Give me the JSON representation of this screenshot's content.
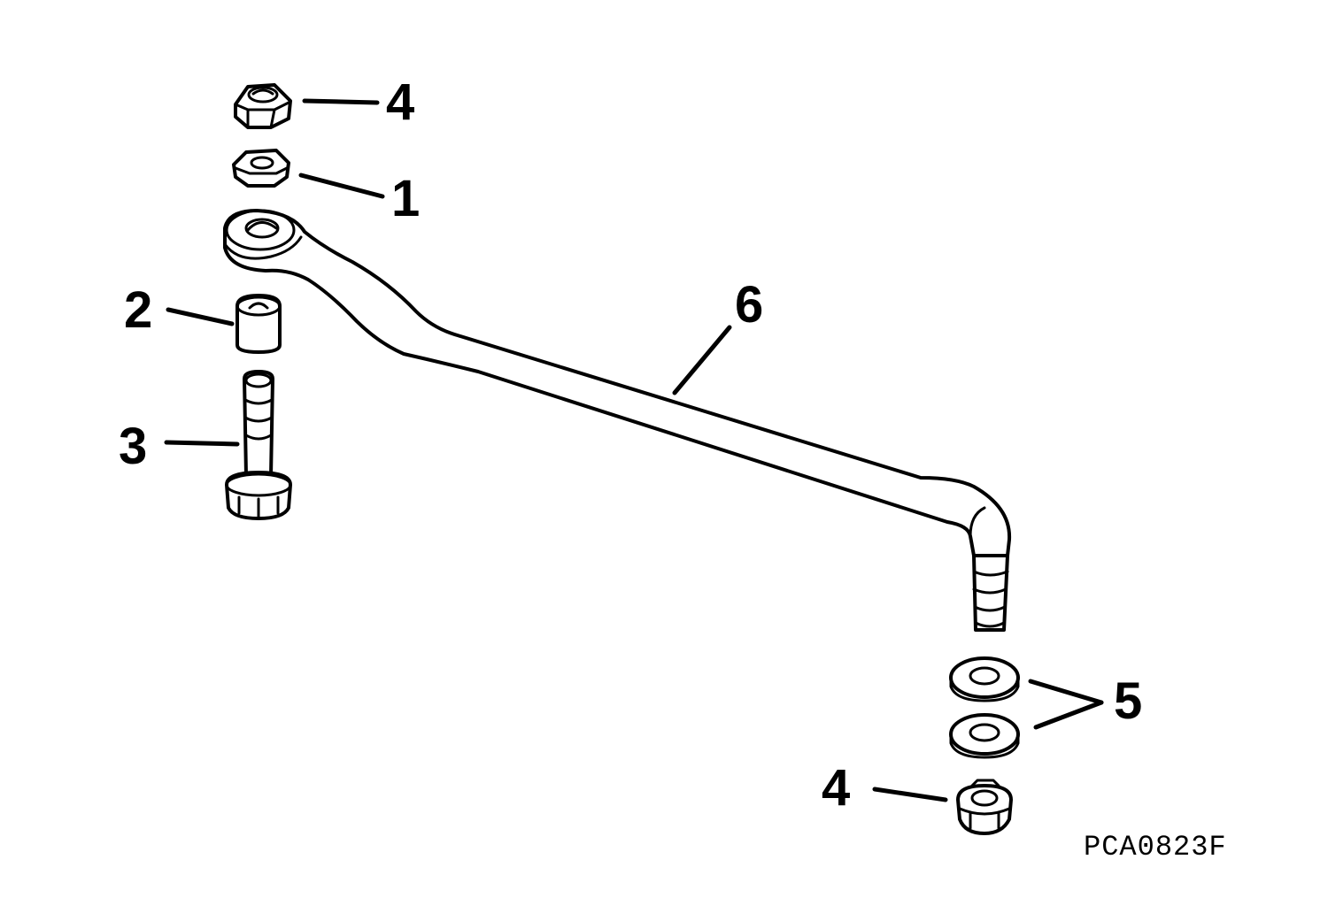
{
  "callouts": {
    "nut_top": "4",
    "washer_top": "1",
    "bushing": "2",
    "bolt": "3",
    "washers": "5",
    "link_rod": "6",
    "nut_bottom": "4"
  },
  "figure_code": "PCA0823F"
}
